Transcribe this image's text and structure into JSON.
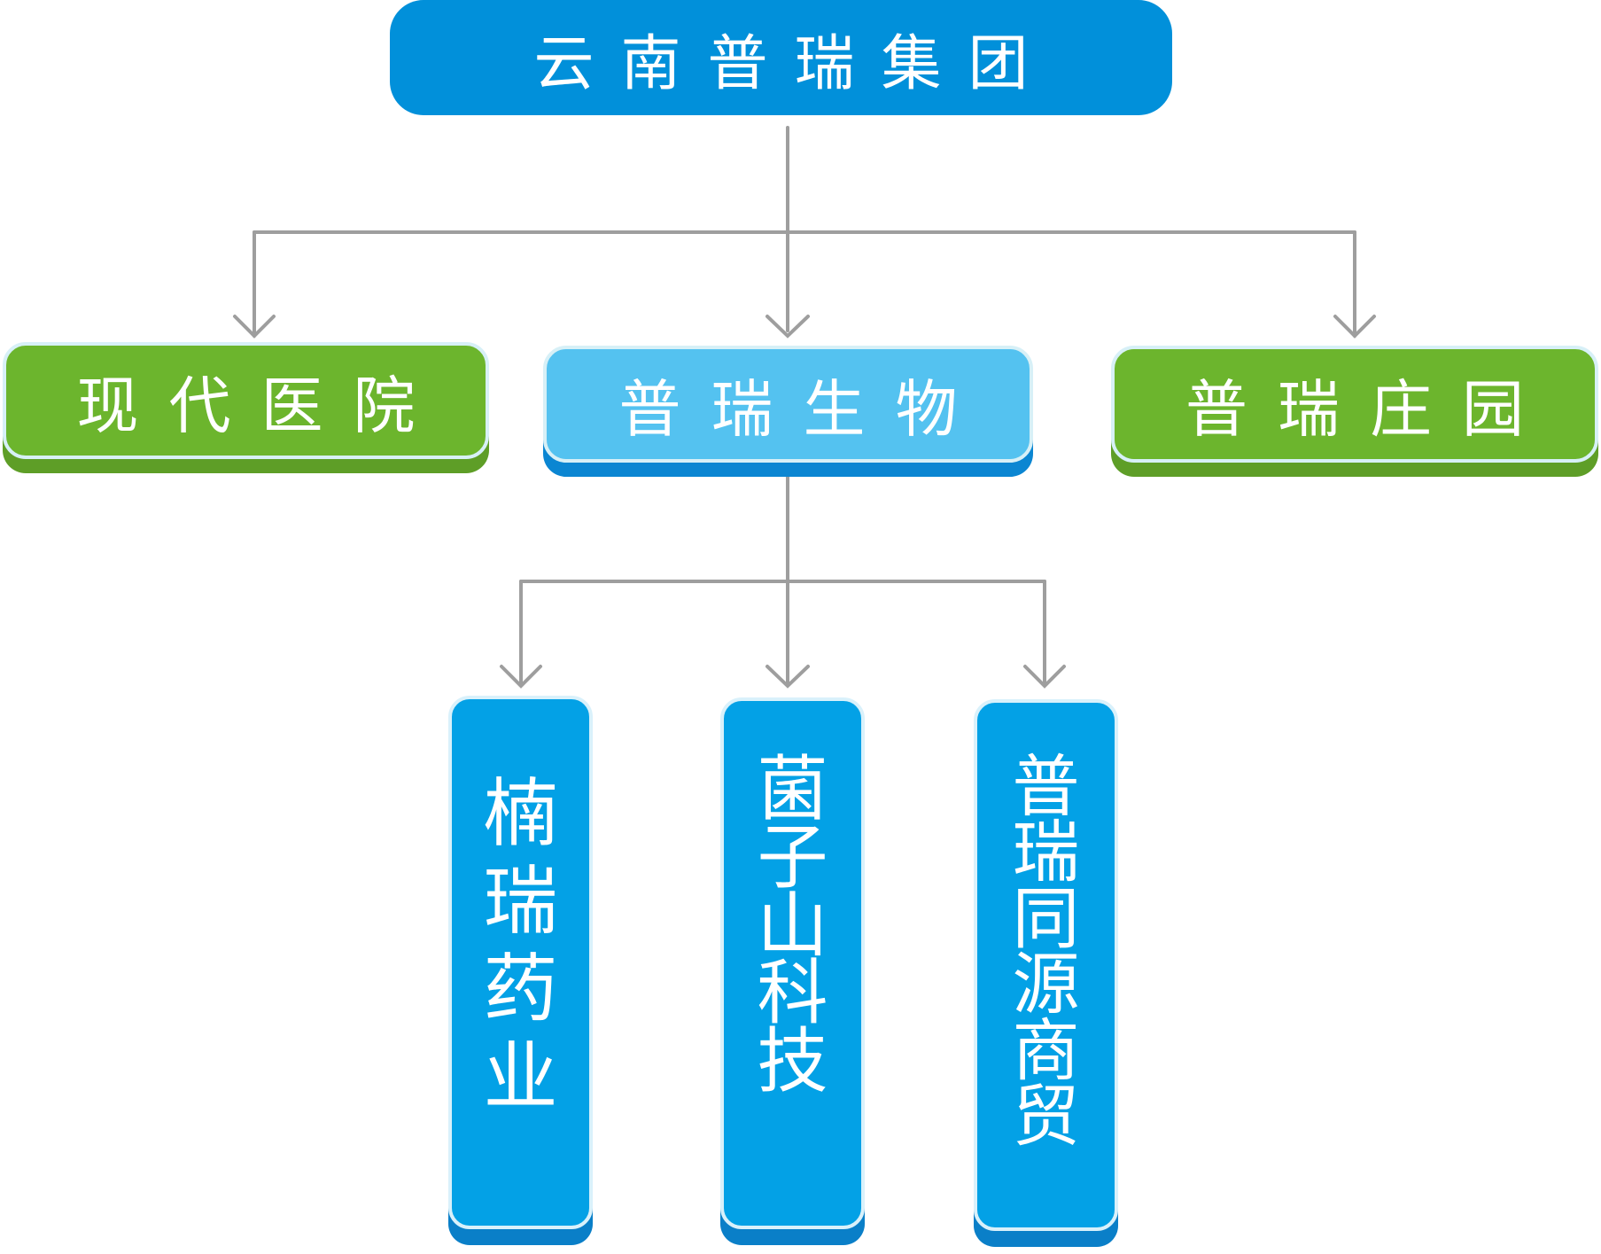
{
  "root": {
    "label": "云南普瑞集团"
  },
  "level2": [
    {
      "label": "现代医院",
      "color": "#6cb52d"
    },
    {
      "label": "普瑞生物",
      "color": "#54c2f0"
    },
    {
      "label": "普瑞庄园",
      "color": "#6cb52d"
    }
  ],
  "level3": [
    {
      "label": "楠瑞药业",
      "color": "#03a1e6"
    },
    {
      "label": "菌子山科技",
      "color": "#03a1e6"
    },
    {
      "label": "普瑞同源商贸",
      "color": "#03a1e6"
    }
  ],
  "connector_color": "#9e9e9e"
}
